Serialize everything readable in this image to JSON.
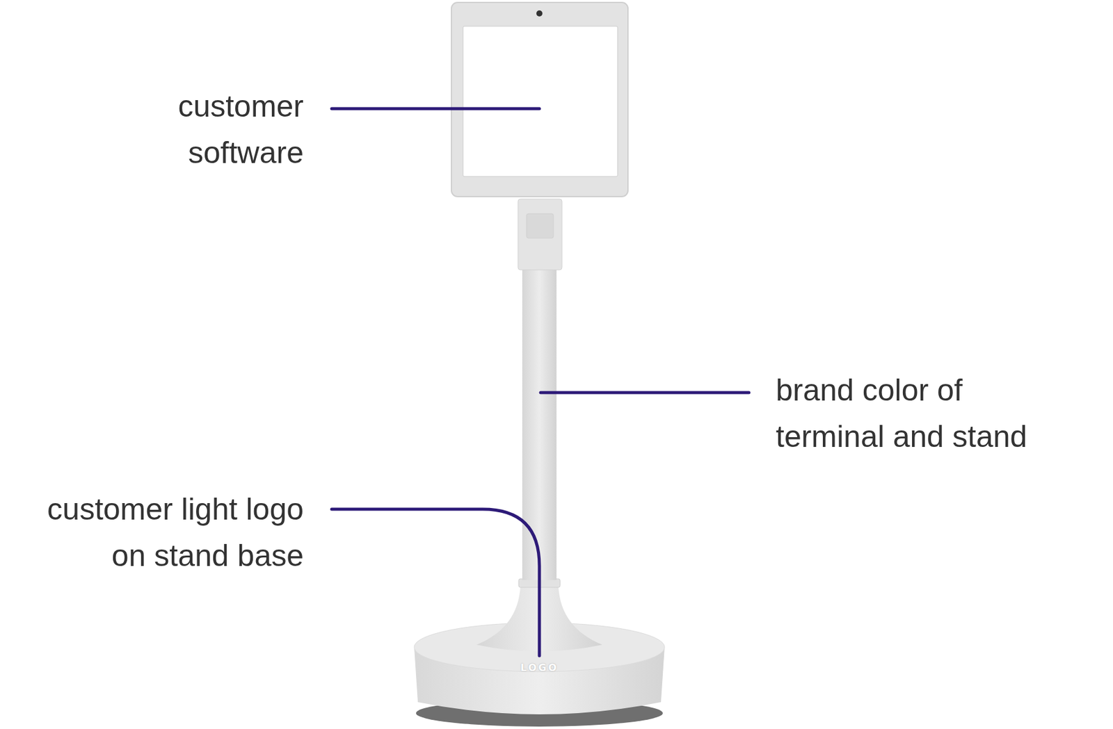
{
  "diagram": {
    "labels": [
      "customer software",
      "brand color of terminal and stand",
      "customer light logo on stand base",
      "LOGO"
    ]
  }
}
